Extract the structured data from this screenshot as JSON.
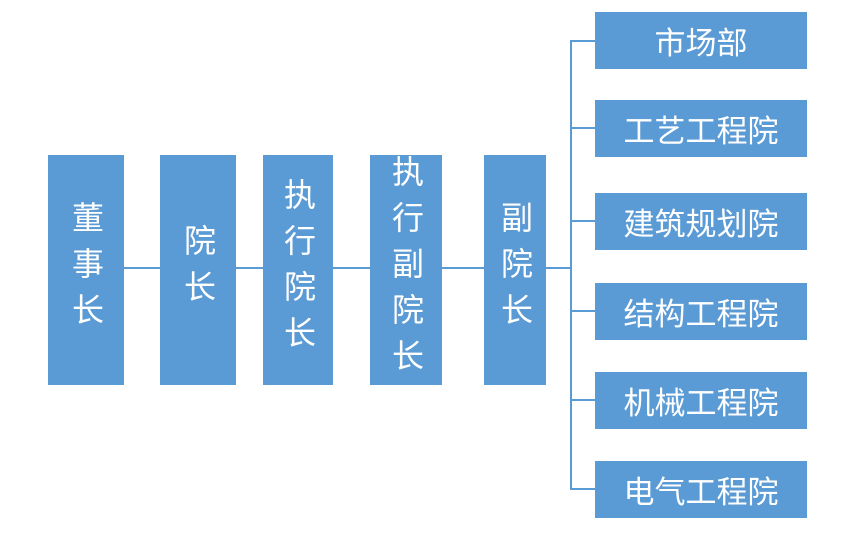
{
  "diagram": {
    "type": "org-chart",
    "colors": {
      "box_fill": "#5B9BD5",
      "connector_line": "#5B9BD5",
      "text": "#FFFFFF",
      "background": "#FFFFFF"
    },
    "chain": [
      {
        "label": "董事长"
      },
      {
        "label": "院长"
      },
      {
        "label": "执行院长"
      },
      {
        "label": "执行副院长"
      },
      {
        "label": "副院长"
      }
    ],
    "departments": [
      {
        "label": "市场部"
      },
      {
        "label": "工艺工程院"
      },
      {
        "label": "建筑规划院"
      },
      {
        "label": "结构工程院"
      },
      {
        "label": "机械工程院"
      },
      {
        "label": "电气工程院"
      }
    ]
  }
}
